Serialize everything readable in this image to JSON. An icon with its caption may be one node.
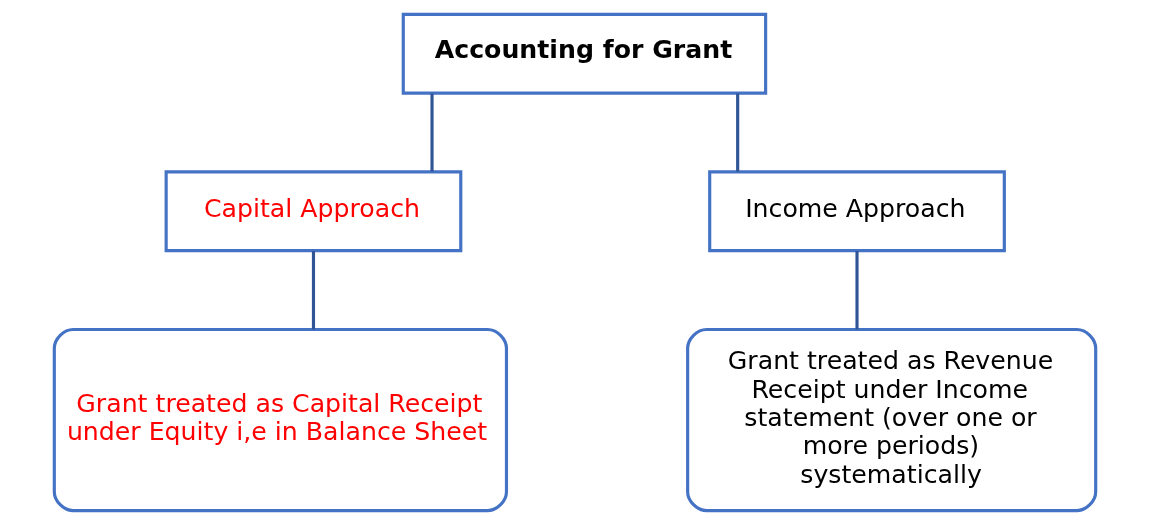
{
  "diagram": {
    "nodes": [
      {
        "text": [
          "Accounting for Grant"
        ]
      },
      {
        "text": [
          "Capital Approach"
        ]
      },
      {
        "text": [
          "Income Approach"
        ]
      },
      {
        "text": [
          "Grant treated as Capital Receipt under Equity i,e in Balance Sheet"
        ]
      },
      {
        "text": [
          "Grant treated as Revenue Receipt under Income statement (over one or more periods) systematically"
        ]
      }
    ],
    "edges": [
      {
        "from": 0,
        "to": 1,
        "arrow": "none"
      },
      {
        "from": 0,
        "to": 2,
        "arrow": "none"
      },
      {
        "from": 1,
        "to": 3,
        "arrow": "none"
      },
      {
        "from": 2,
        "to": 4,
        "arrow": "none"
      }
    ]
  }
}
